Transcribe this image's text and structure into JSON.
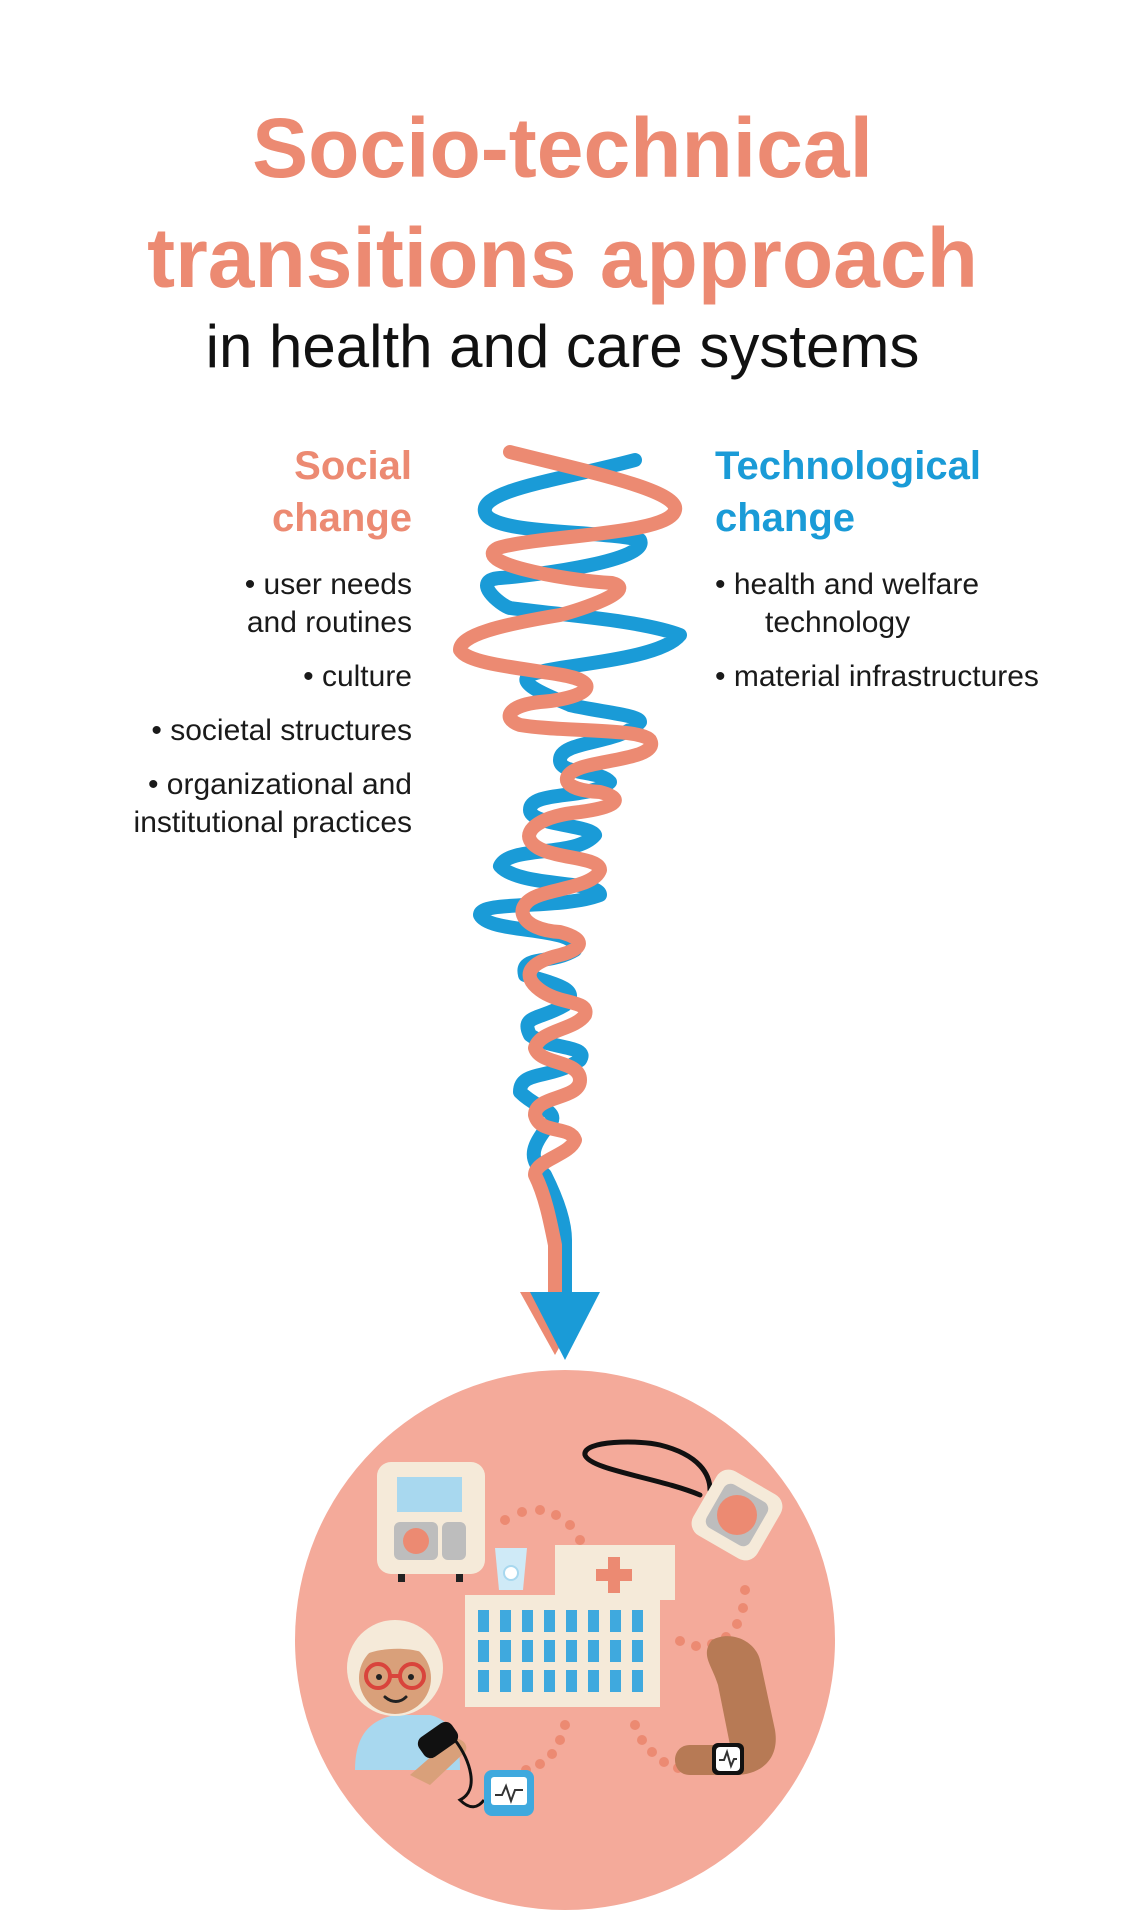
{
  "title_line1": "Socio-technical",
  "title_line2": "transitions approach",
  "subtitle": "in health and care systems",
  "social": {
    "heading_line1": "Social",
    "heading_line2": "change",
    "items": [
      {
        "line1": "• user needs",
        "line2": "and routines"
      },
      {
        "line1": "• culture",
        "line2": ""
      },
      {
        "line1": "• societal structures",
        "line2": ""
      },
      {
        "line1": "• organizational and",
        "line2": "institutional practices"
      }
    ]
  },
  "technological": {
    "heading_line1": "Technological",
    "heading_line2": "change",
    "items": [
      {
        "line1": "• health and welfare",
        "line2": "technology"
      },
      {
        "line1": "• material infrastructures",
        "line2": ""
      }
    ]
  },
  "colors": {
    "social": "#ec8a72",
    "technological": "#1a9bd7",
    "circle": "#f4aa9a",
    "device_cream": "#f5ead9"
  },
  "icons": [
    "alarm-base-station-icon",
    "safety-alarm-pendant-icon",
    "hospital-icon",
    "elderly-person-icon",
    "blood-pressure-monitor-icon",
    "smartwatch-arm-icon",
    "water-glass-icon"
  ]
}
